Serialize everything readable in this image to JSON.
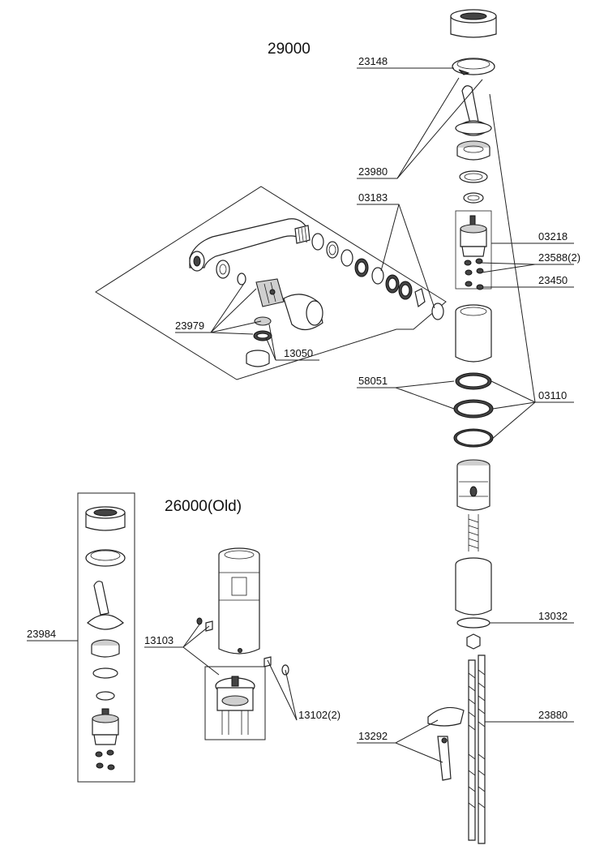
{
  "titles": {
    "main_model": "29000",
    "old_model": "26000(Old)"
  },
  "labels": {
    "p23148": "23148",
    "p23980": "23980",
    "p03183": "03183",
    "p03218": "03218",
    "p23588": "23588(2)",
    "p23450": "23450",
    "p23979": "23979",
    "p13050": "13050",
    "p58051": "58051",
    "p03110": "03110",
    "p13032": "13032",
    "p23984": "23984",
    "p13103": "13103",
    "p13102": "13102(2)",
    "p23880": "23880",
    "p13292": "13292"
  }
}
